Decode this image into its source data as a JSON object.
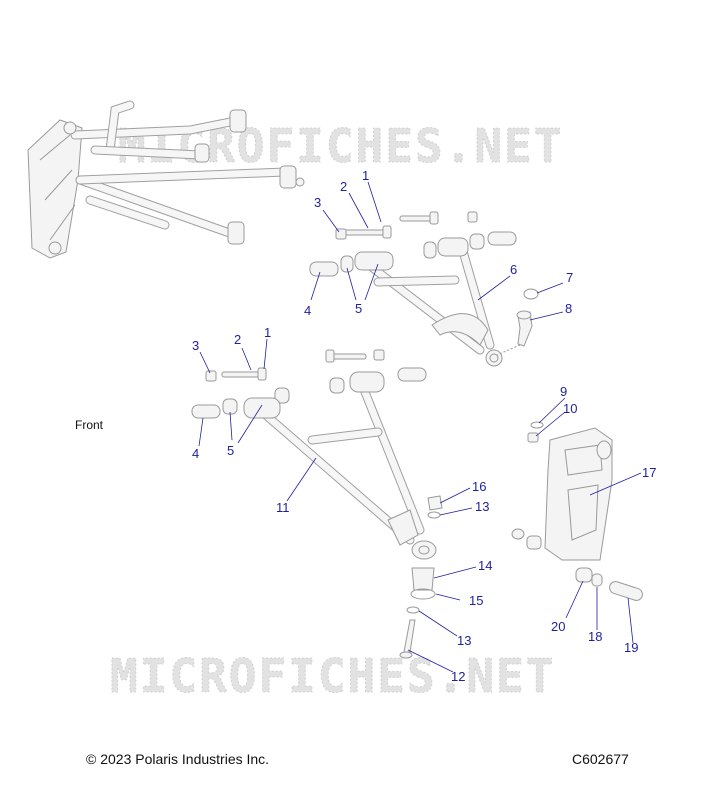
{
  "watermark": "MICROFICHES.NET",
  "front_label": "Front",
  "copyright": "© 2023 Polaris Industries Inc.",
  "diagram_code": "C602677",
  "callouts": {
    "upper": {
      "n1": "1",
      "n2": "2",
      "n3": "3",
      "n4": "4",
      "n5": "5",
      "n6": "6",
      "n7": "7",
      "n8": "8"
    },
    "lower": {
      "n1": "1",
      "n2": "2",
      "n3": "3",
      "n4": "4",
      "n5": "5",
      "n9": "9",
      "n10": "10",
      "n11": "11",
      "n12": "12",
      "n13a": "13",
      "n13b": "13",
      "n14": "14",
      "n15": "15",
      "n16": "16",
      "n17": "17",
      "n18": "18",
      "n19": "19",
      "n20": "20"
    }
  }
}
